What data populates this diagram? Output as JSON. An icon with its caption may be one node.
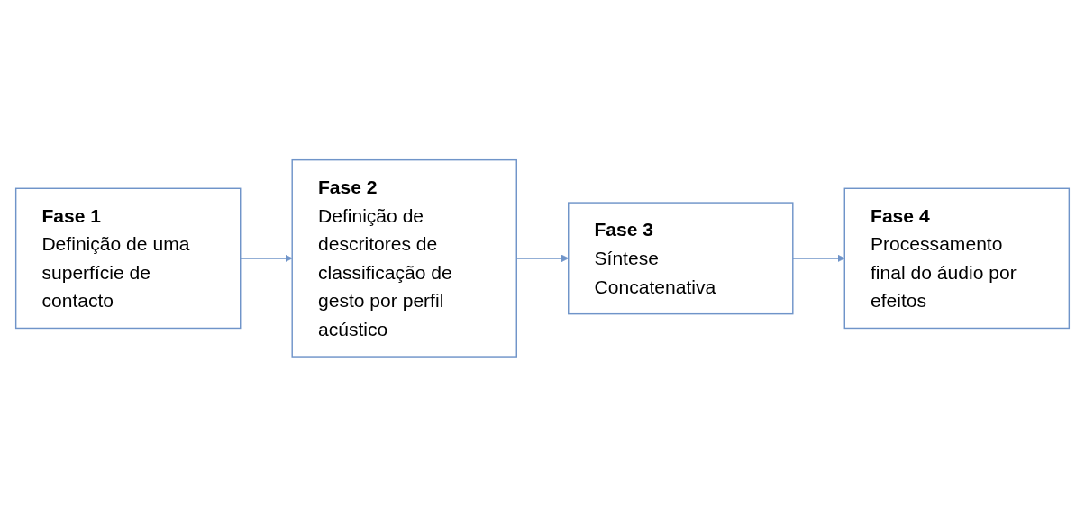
{
  "diagram": {
    "nodes": [
      {
        "text": [
          "Fase 1",
          "Definição de uma superfície de contacto"
        ]
      },
      {
        "text": [
          "Fase 2",
          "Definição de descritores de classificação de gesto por perfil acústico"
        ]
      },
      {
        "text": [
          "Fase 3",
          "Síntese Concatenativa"
        ]
      },
      {
        "text": [
          "Fase 4",
          "Processamento final do áudio por efeitos"
        ]
      }
    ],
    "edges": [
      {
        "from": 0,
        "to": 1,
        "arrow": "to"
      },
      {
        "from": 1,
        "to": 2,
        "arrow": "to"
      },
      {
        "from": 2,
        "to": 3,
        "arrow": "to"
      }
    ]
  }
}
